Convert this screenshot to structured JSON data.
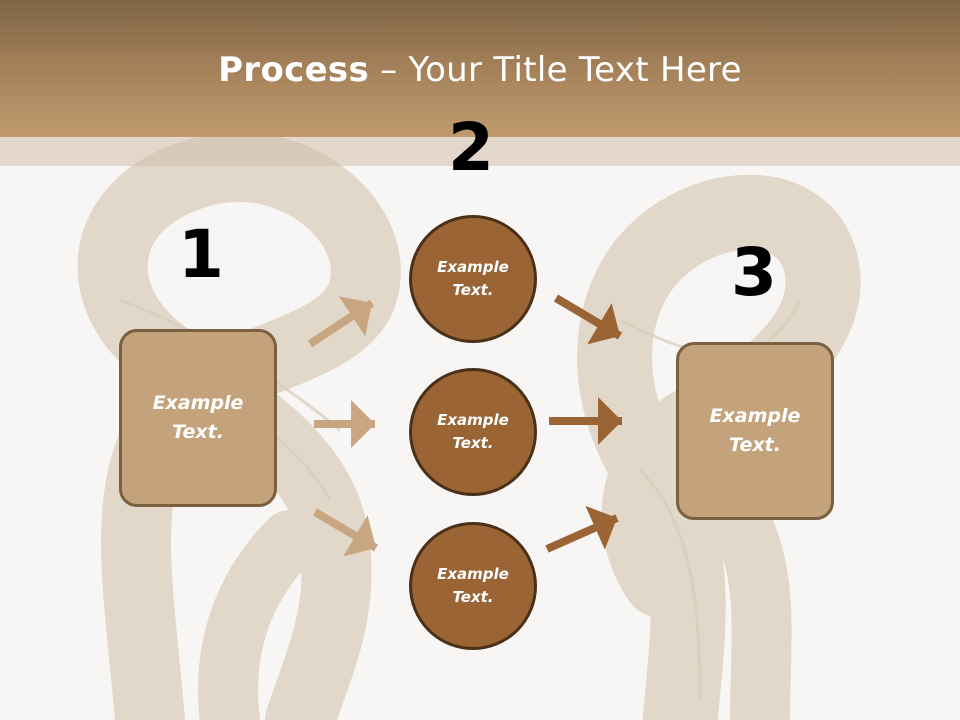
{
  "title": {
    "bold": "Process",
    "rest": " – Your Title Text Here"
  },
  "steps": [
    {
      "number": "1",
      "text": "Example\nText."
    },
    {
      "number": "2",
      "items": [
        {
          "text": "Example\nText."
        },
        {
          "text": "Example\nText."
        },
        {
          "text": "Example\nText."
        }
      ]
    },
    {
      "number": "3",
      "text": "Example\nText."
    }
  ],
  "colors": {
    "box_fill": "#c4a27c",
    "circle_fill": "#9a6435",
    "left_arrow": "#c8a682",
    "right_arrow": "#9a6435"
  }
}
